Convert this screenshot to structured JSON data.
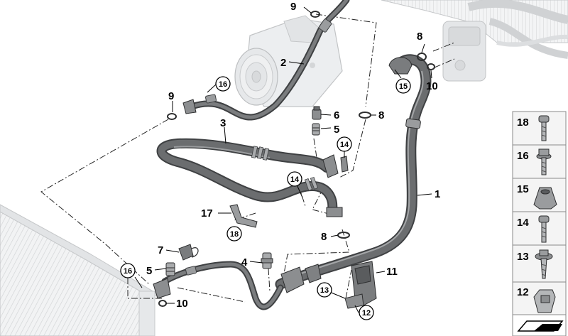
{
  "callouts": {
    "c1": "1",
    "c2": "2",
    "c3": "3",
    "c4": "4",
    "c5a": "5",
    "c5b": "5",
    "c6": "6",
    "c7": "7",
    "c8a": "8",
    "c8b": "8",
    "c8c": "8",
    "c9a": "9",
    "c9b": "9",
    "c10a": "10",
    "c10b": "10",
    "c11": "11",
    "c12": "12",
    "c13": "13",
    "c14a": "14",
    "c14b": "14",
    "c15": "15",
    "c16a": "16",
    "c16b": "16",
    "c17": "17",
    "c18": "18"
  },
  "legend": [
    {
      "num": "18",
      "icon": "torx-screw-icon"
    },
    {
      "num": "16",
      "icon": "hex-flange-bolt-icon"
    },
    {
      "num": "15",
      "icon": "hex-nut-icon"
    },
    {
      "num": "14",
      "icon": "torx-bolt-icon"
    },
    {
      "num": "13",
      "icon": "washer-screw-icon"
    },
    {
      "num": "12",
      "icon": "clip-nut-icon"
    }
  ],
  "colors": {
    "pipe": "#6b6d6f",
    "pipe_dark": "#3f4143",
    "pipe_light": "#a9abad",
    "ghost": "#c8cacc",
    "legend_border": "#8a8a8a",
    "legend_bg": "#f4f4f4"
  }
}
